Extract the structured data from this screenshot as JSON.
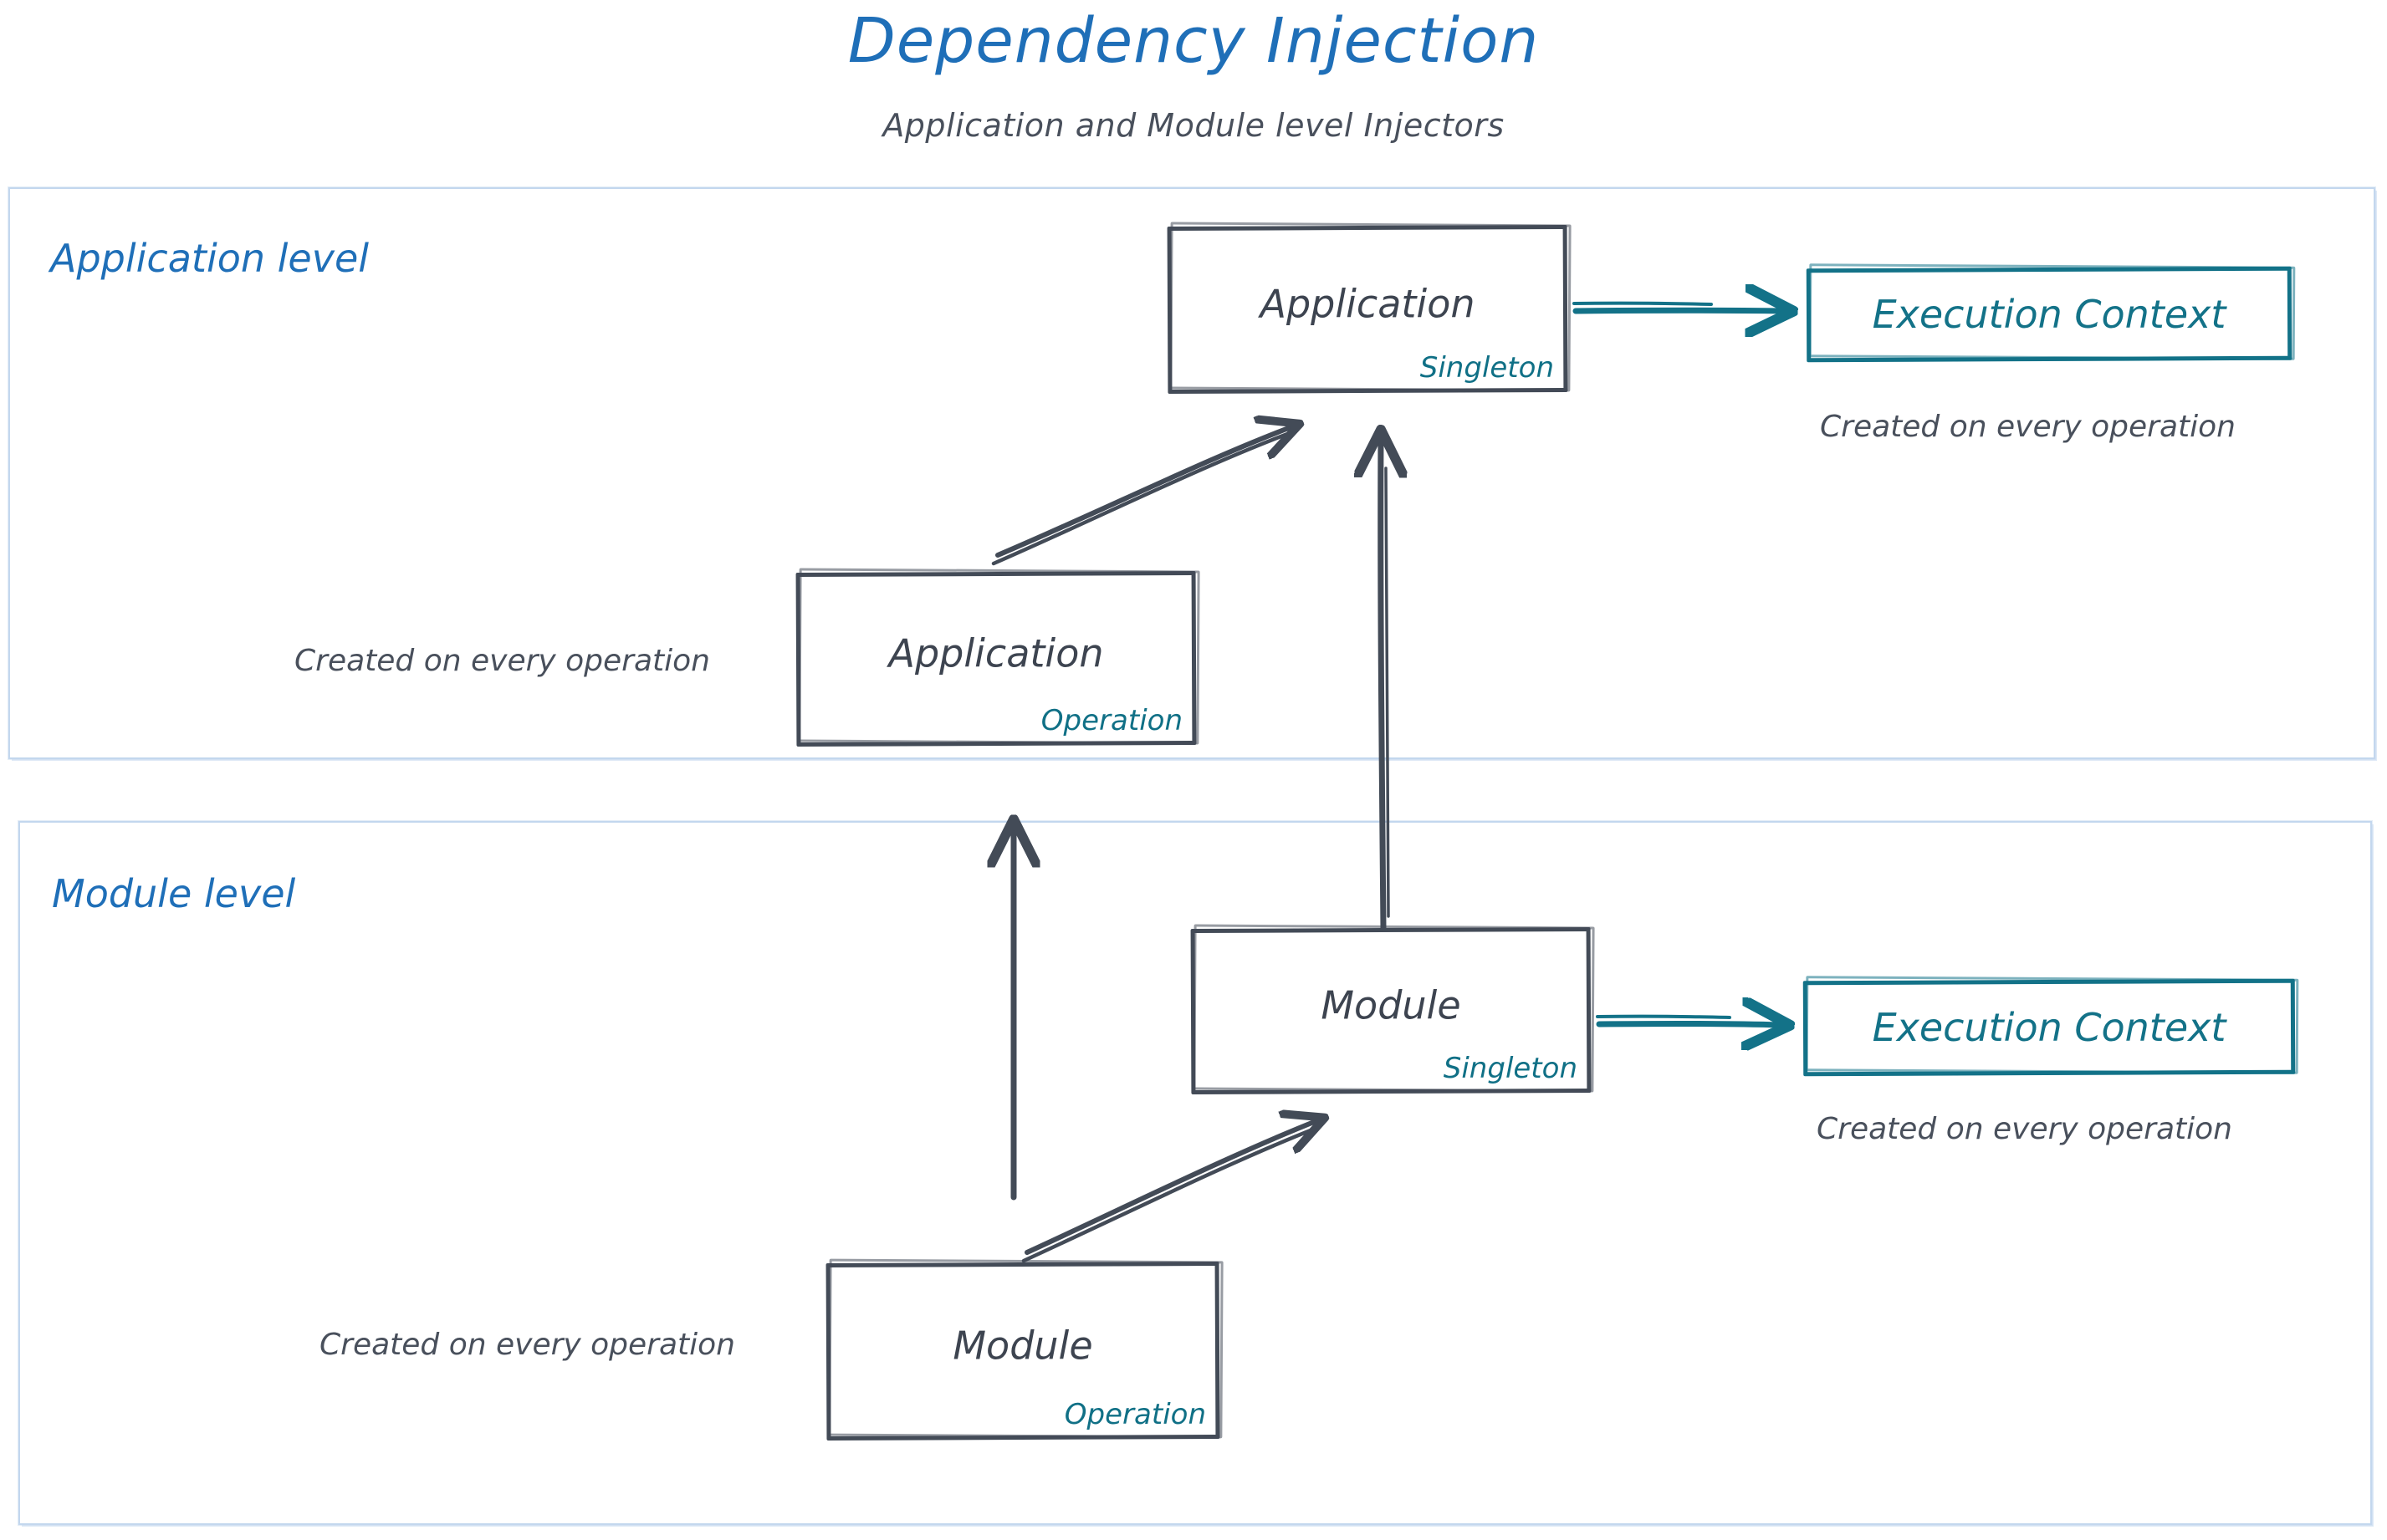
{
  "header": {
    "title": "Dependency Injection",
    "subtitle": "Application and Module level Injectors"
  },
  "colors": {
    "title_blue": "#1f6fb8",
    "level_border": "#c3d7ee",
    "node_stroke": "#434b57",
    "node_text": "#3d4450",
    "scope_teal": "#107086",
    "exec_teal": "#137288",
    "caption_gray": "#49505c",
    "background": "#ffffff"
  },
  "levels": [
    {
      "id": "application",
      "label": "Application level",
      "nodes": [
        {
          "id": "app-singleton",
          "label": "Application",
          "scope": "Singleton",
          "style": "dark"
        },
        {
          "id": "app-operation",
          "label": "Application",
          "scope": "Operation",
          "style": "dark"
        },
        {
          "id": "exec-ctx-top",
          "label": "Execution Context",
          "scope": "",
          "style": "teal"
        }
      ],
      "captions": [
        {
          "id": "caption-exec-top",
          "text": "Created on every operation"
        },
        {
          "id": "caption-app-op",
          "text": "Created on every operation"
        }
      ]
    },
    {
      "id": "module",
      "label": "Module level",
      "nodes": [
        {
          "id": "module-singleton",
          "label": "Module",
          "scope": "Singleton",
          "style": "dark"
        },
        {
          "id": "module-operation",
          "label": "Module",
          "scope": "Operation",
          "style": "dark"
        },
        {
          "id": "exec-ctx-bottom",
          "label": "Execution Context",
          "scope": "",
          "style": "teal"
        }
      ],
      "captions": [
        {
          "id": "caption-exec-bottom",
          "text": "Created on every operation"
        },
        {
          "id": "caption-module-op",
          "text": "Created on every operation"
        }
      ]
    }
  ],
  "edges": [
    {
      "id": "edge-app-op-to-app-singleton",
      "from": "app-operation",
      "to": "app-singleton",
      "color": "#434b57",
      "kind": "diagonal-double"
    },
    {
      "id": "edge-module-singleton-to-app-singleton",
      "from": "module-singleton",
      "to": "app-singleton",
      "color": "#434b57",
      "kind": "vertical"
    },
    {
      "id": "edge-module-op-to-app-op",
      "from": "module-operation",
      "to": "app-operation",
      "color": "#434b57",
      "kind": "vertical"
    },
    {
      "id": "edge-module-op-to-module-singleton",
      "from": "module-operation",
      "to": "module-singleton",
      "color": "#434b57",
      "kind": "diagonal-double"
    },
    {
      "id": "edge-app-singleton-to-exec-top",
      "from": "app-singleton",
      "to": "exec-ctx-top",
      "color": "#137288",
      "kind": "horizontal"
    },
    {
      "id": "edge-module-singleton-to-exec-bottom",
      "from": "module-singleton",
      "to": "exec-ctx-bottom",
      "color": "#137288",
      "kind": "horizontal"
    }
  ]
}
